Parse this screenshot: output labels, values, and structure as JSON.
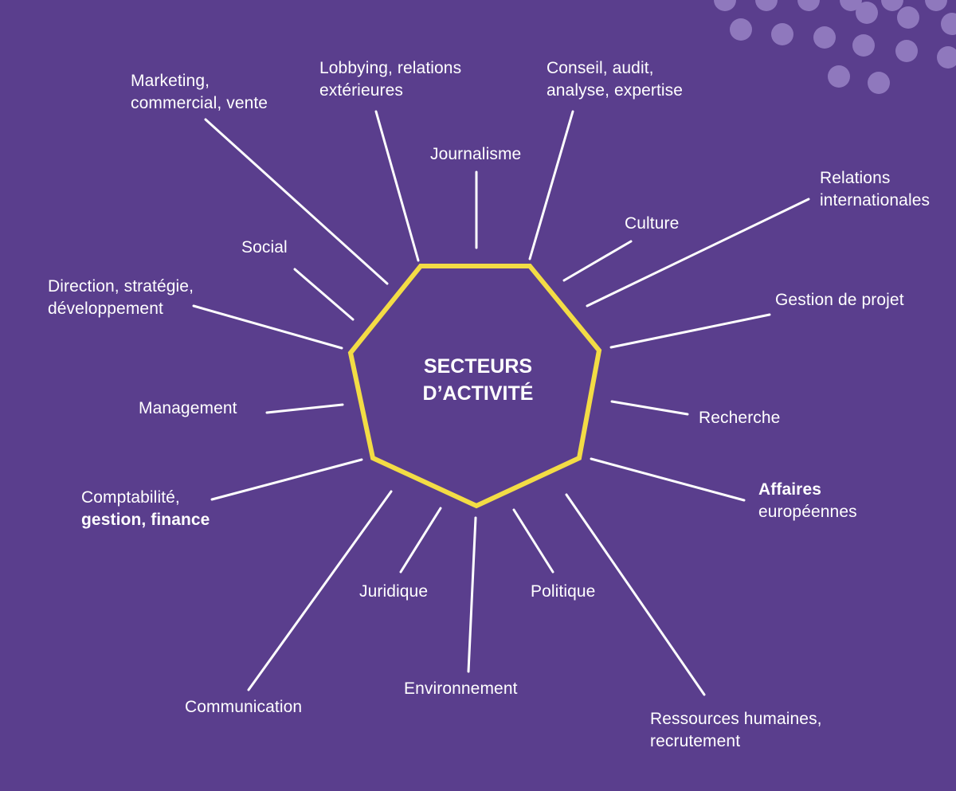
{
  "colors": {
    "background": "#5a3e8d",
    "octagon": "#f3dc45",
    "lines": "#ffffff",
    "dots": "#8f78bd"
  },
  "center": {
    "line1": "SECTEURS",
    "line2": "D’ACTIVITÉ"
  },
  "sectors": {
    "marketing": {
      "line1": "Marketing,",
      "line2": "commercial, vente"
    },
    "lobbying": {
      "line1": "Lobbying, relations",
      "line2": "extérieures"
    },
    "conseil": {
      "line1": "Conseil, audit,",
      "line2": "analyse, expertise"
    },
    "journalisme": "Journalisme",
    "relations_internationales": {
      "line1": "Relations",
      "line2": "internationales"
    },
    "culture": "Culture",
    "social": "Social",
    "direction": {
      "line1": "Direction, stratégie,",
      "line2": "développement"
    },
    "gestion_projet": "Gestion de projet",
    "management": "Management",
    "recherche": "Recherche",
    "comptabilite": {
      "line1": "Comptabilité,",
      "line2": "gestion, finance"
    },
    "affaires_europeennes": {
      "line1": "Affaires",
      "line2": "européennes"
    },
    "juridique": "Juridique",
    "politique": "Politique",
    "environnement": "Environnement",
    "communication": "Communication",
    "ressources_humaines": {
      "line1": "Ressources humaines,",
      "line2": "recrutement"
    }
  }
}
